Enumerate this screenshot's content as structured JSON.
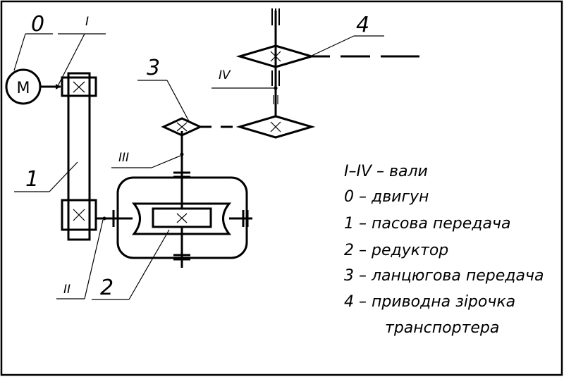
{
  "labels": {
    "motor_index": "0",
    "motor_symbol": "M",
    "shaft_1": "I",
    "shaft_2": "II",
    "shaft_3": "III",
    "shaft_4": "IV",
    "belt_drive": "1",
    "reducer": "2",
    "chain_drive": "3",
    "drive_sprocket": "4"
  },
  "legend": [
    "I–IV – вали",
    "0 – двигун",
    "1 – пасова передача",
    "2 – редуктор",
    "3 – ланцюгова передача",
    "4 – приводна зірочка",
    "транспортера"
  ]
}
